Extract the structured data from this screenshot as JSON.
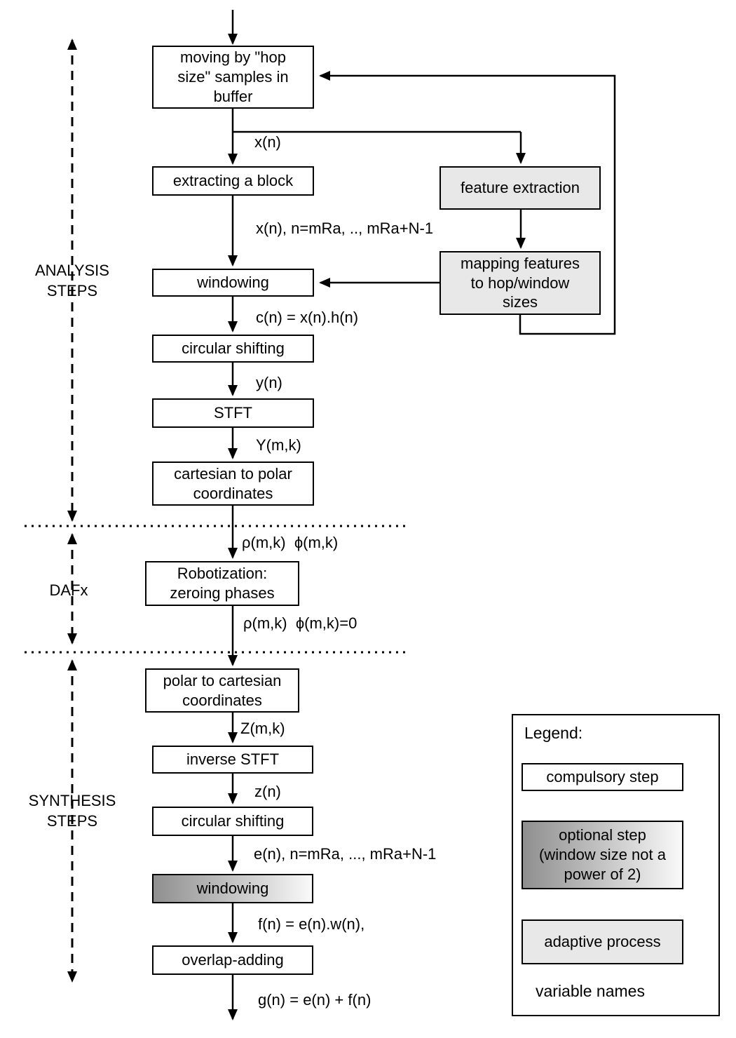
{
  "diagram": {
    "section_labels": {
      "analysis": "ANALYSIS\nSTEPS",
      "dafx": "DAFx",
      "synthesis": "SYNTHESIS\nSTEPS"
    },
    "boxes": {
      "hop": "moving by \"hop\nsize\" samples in\nbuffer",
      "extract": "extracting a block",
      "feature": "feature extraction",
      "windowing1": "windowing",
      "mapping": "mapping features\nto hop/window\nsizes",
      "circular1": "circular shifting",
      "stft": "STFT",
      "cart2polar": "cartesian to polar\ncoordinates",
      "robot": "Robotization:\nzeroing phases",
      "polar2cart": "polar to cartesian\ncoordinates",
      "istft": "inverse STFT",
      "circular2": "circular shifting",
      "windowing2": "windowing",
      "overlap": "overlap-adding"
    },
    "labels": {
      "xn": "x(n)",
      "xn_range": "x(n), n=mRa, .., mRa+N-1",
      "cn": "c(n) = x(n).h(n)",
      "yn": "y(n)",
      "Ymk": "Y(m,k)",
      "rho_phi": "ρ(m,k)  ϕ(m,k)",
      "rho_phi0": "ρ(m,k)  ϕ(m,k)=0",
      "Zmk": "Z(m,k)",
      "zn": "z(n)",
      "en_range": "e(n), n=mRa, ..., mRa+N-1",
      "fn": "f(n) = e(n).w(n),",
      "gn": "g(n) = e(n) + f(n)"
    },
    "legend": {
      "title": "Legend:",
      "compulsory": "compulsory step",
      "optional": "optional step\n(window size not a\npower of 2)",
      "adaptive": "adaptive process",
      "variables": "variable names"
    },
    "colors": {
      "line": "#000000",
      "adaptive_fill": "#e8e8e8",
      "optional_gradient_start": "#8f8f8f",
      "optional_gradient_end": "#f9f9f9"
    }
  }
}
